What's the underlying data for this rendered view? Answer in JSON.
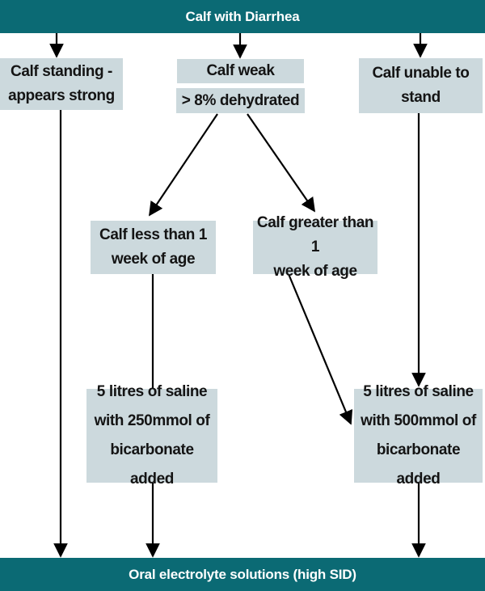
{
  "flowchart": {
    "title": "Calf with Diarrhea",
    "footer": "Oral electrolyte solutions (high SID)",
    "colors": {
      "banner_teal": "#0b6a74",
      "node_fill": "#ccd9dd",
      "node_text": "#141414",
      "banner_text": "#ffffff",
      "arrow": "#000000",
      "background": "#ffffff"
    },
    "nodes": {
      "standing": "Calf standing -\nappears strong",
      "weak": "Calf weak",
      "dehydrated": "> 8% dehydrated",
      "unable": "Calf unable to\nstand",
      "less_week": "Calf less than 1\nweek of age",
      "greater_week": "Calf greater than 1\nweek of age",
      "saline250": "5 litres of saline\nwith 250mmol of\nbicarbonate added",
      "saline500": "5 litres of saline\nwith 500mmol of\nbicarbonate added"
    },
    "edges": [
      "title -> standing",
      "title -> weak",
      "title -> unable",
      "dehydrated -> less_week",
      "dehydrated -> greater_week",
      "less_week -> saline250",
      "greater_week -> saline500",
      "unable -> saline500",
      "standing -> footer",
      "saline250 -> footer",
      "saline500 -> footer"
    ]
  }
}
